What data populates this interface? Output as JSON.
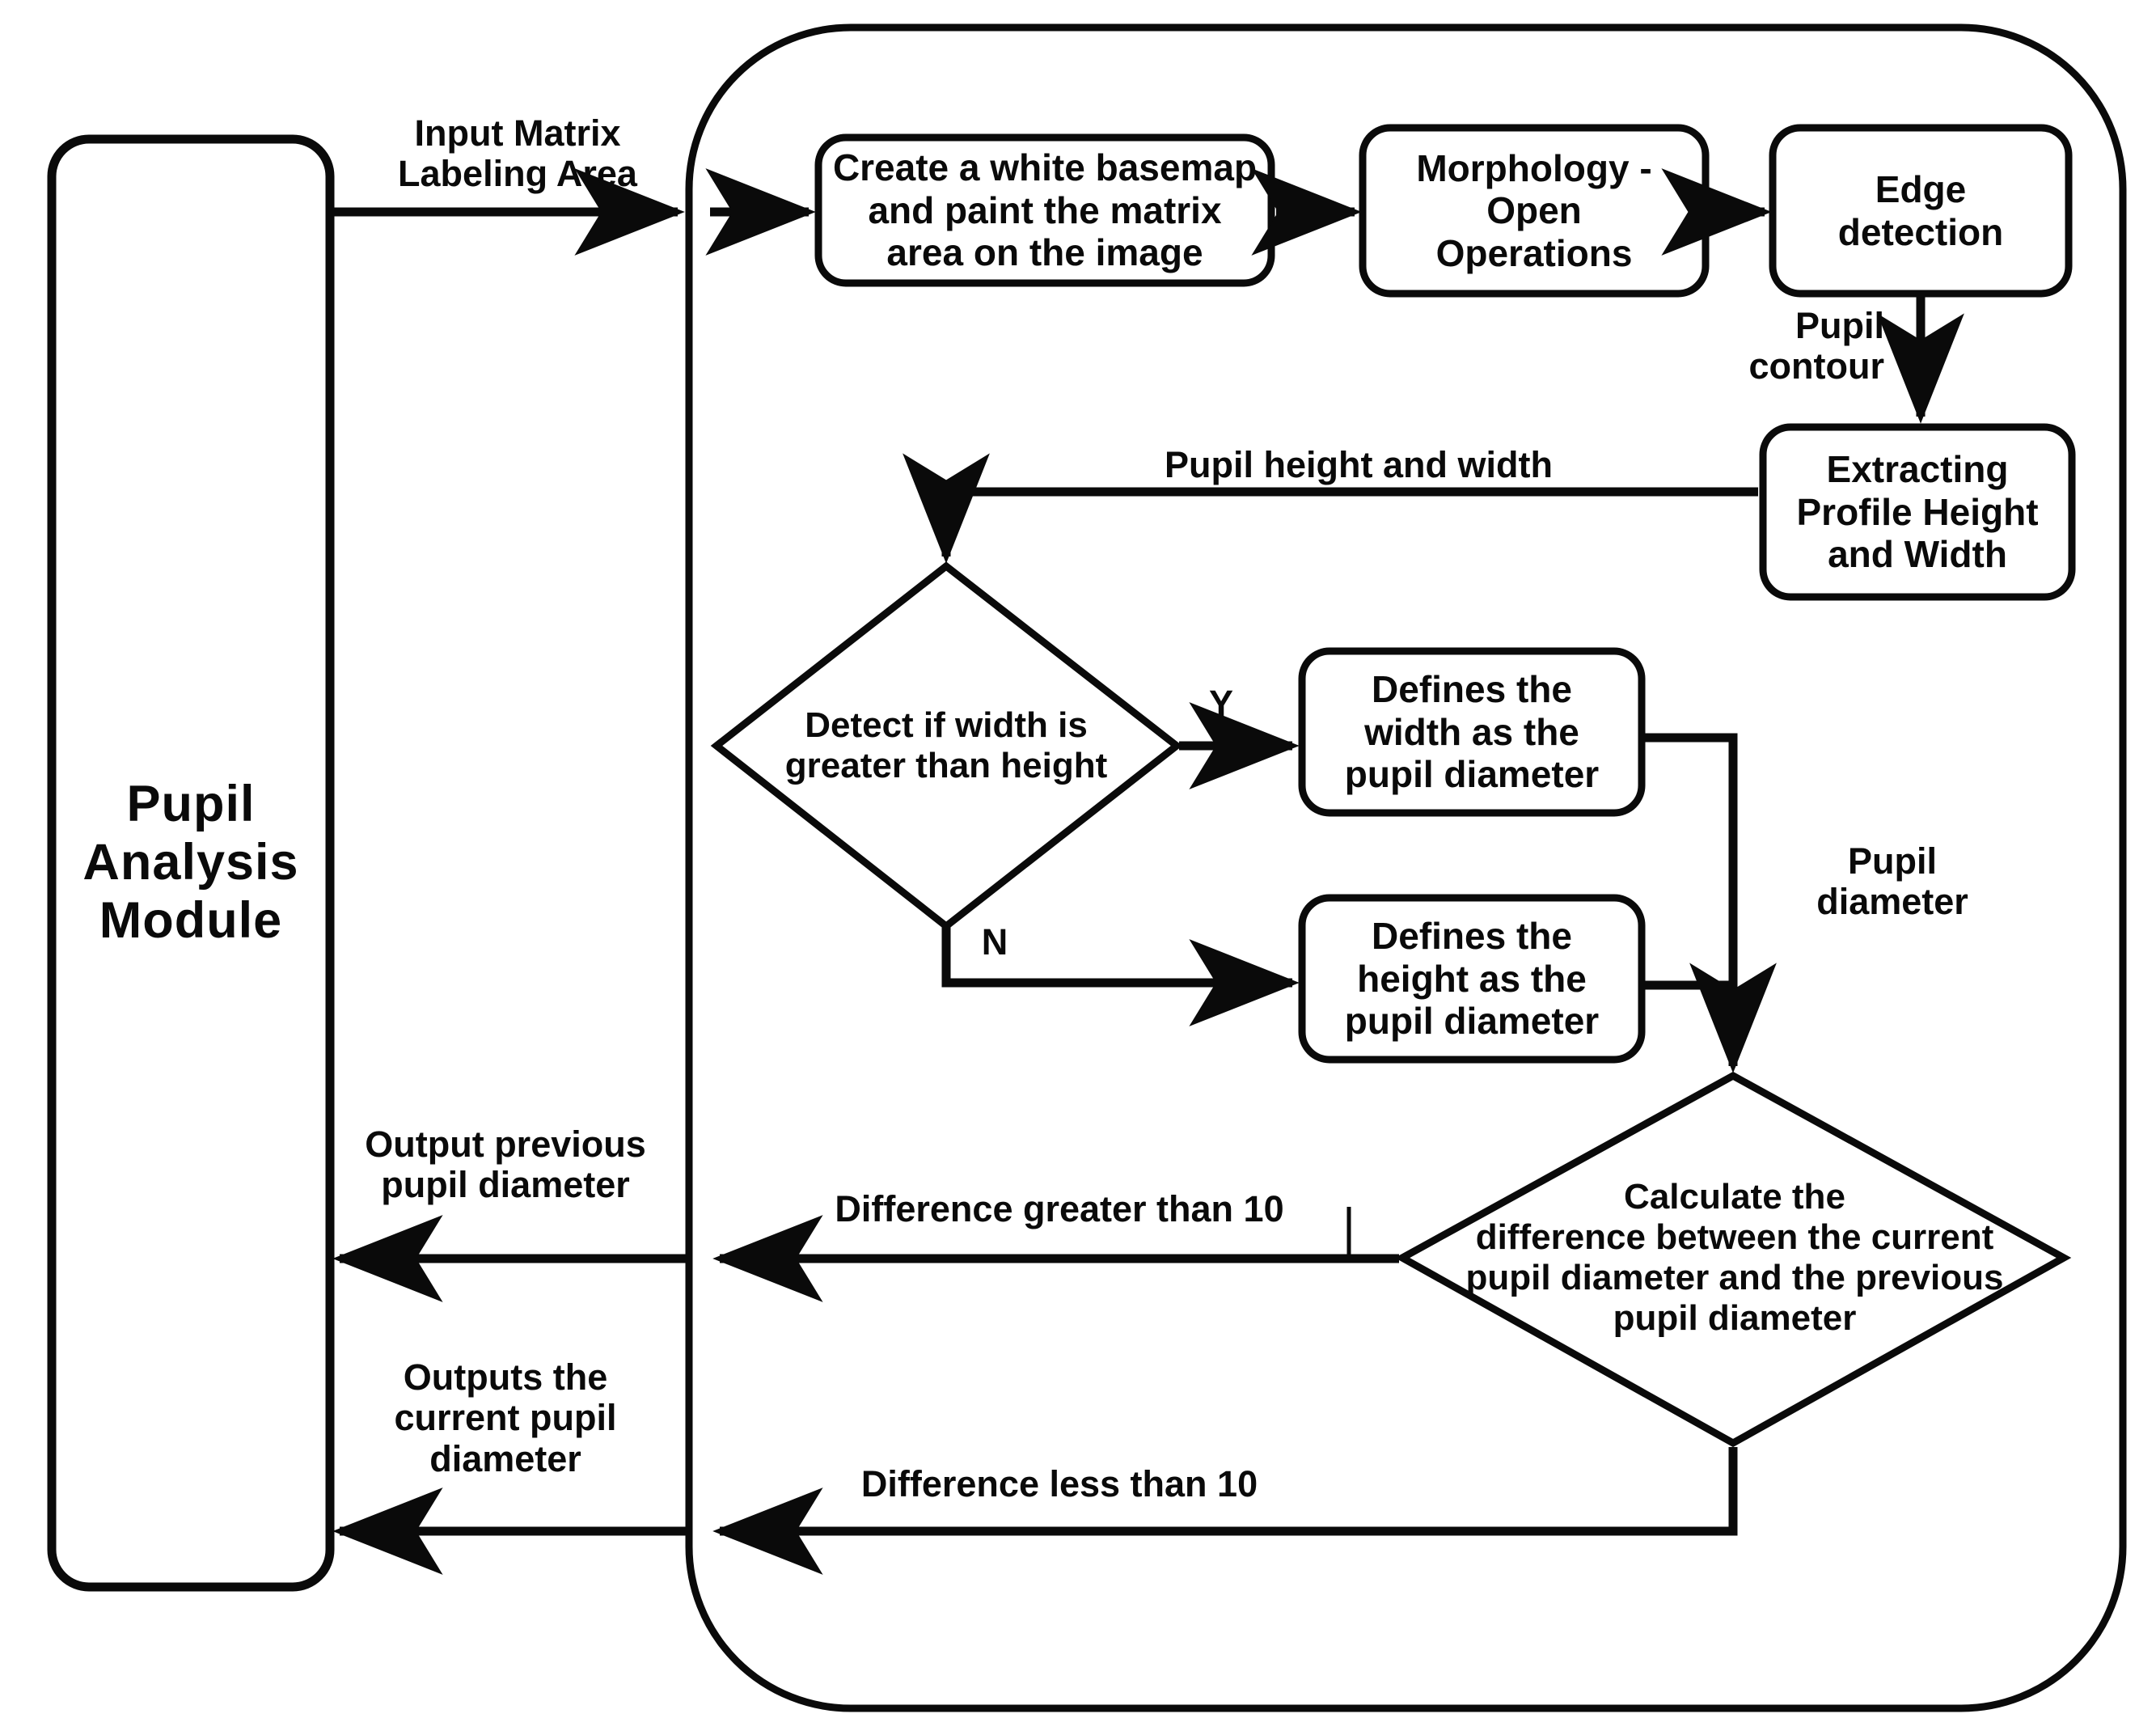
{
  "diagram": {
    "title": "Pupil Analysis Module Flowchart",
    "colors": {
      "stroke": "#0a0a0a",
      "fill": "#ffffff",
      "text": "#0a0a0a"
    }
  },
  "module": {
    "label": "Pupil\nAnalysis\nModule"
  },
  "nodes": {
    "create_basemap": "Create a white basemap\nand paint the matrix\narea on the image",
    "morphology": "Morphology -\nOpen\nOperations",
    "edge_detection": "Edge\ndetection",
    "extracting_profile": "Extracting\nProfile Height\nand Width",
    "detect_width": "Detect if width is\ngreater than height",
    "defines_width": "Defines the\nwidth as the\npupil diameter",
    "defines_height": "Defines the\nheight as the\npupil diameter",
    "calculate_difference": "Calculate the\ndifference between the current\npupil diameter and the previous\npupil diameter"
  },
  "edges": {
    "input_matrix": "Input Matrix\nLabeling Area",
    "pupil_contour": "Pupil\ncontour",
    "pupil_height_width": "Pupil height and width",
    "branch_yes": "Y",
    "branch_no": "N",
    "pupil_diameter": "Pupil\ndiameter",
    "output_previous": "Output previous\npupil diameter",
    "difference_greater": "Difference greater than 10",
    "outputs_current": "Outputs the\ncurrent pupil\ndiameter",
    "difference_less": "Difference less than 10"
  }
}
